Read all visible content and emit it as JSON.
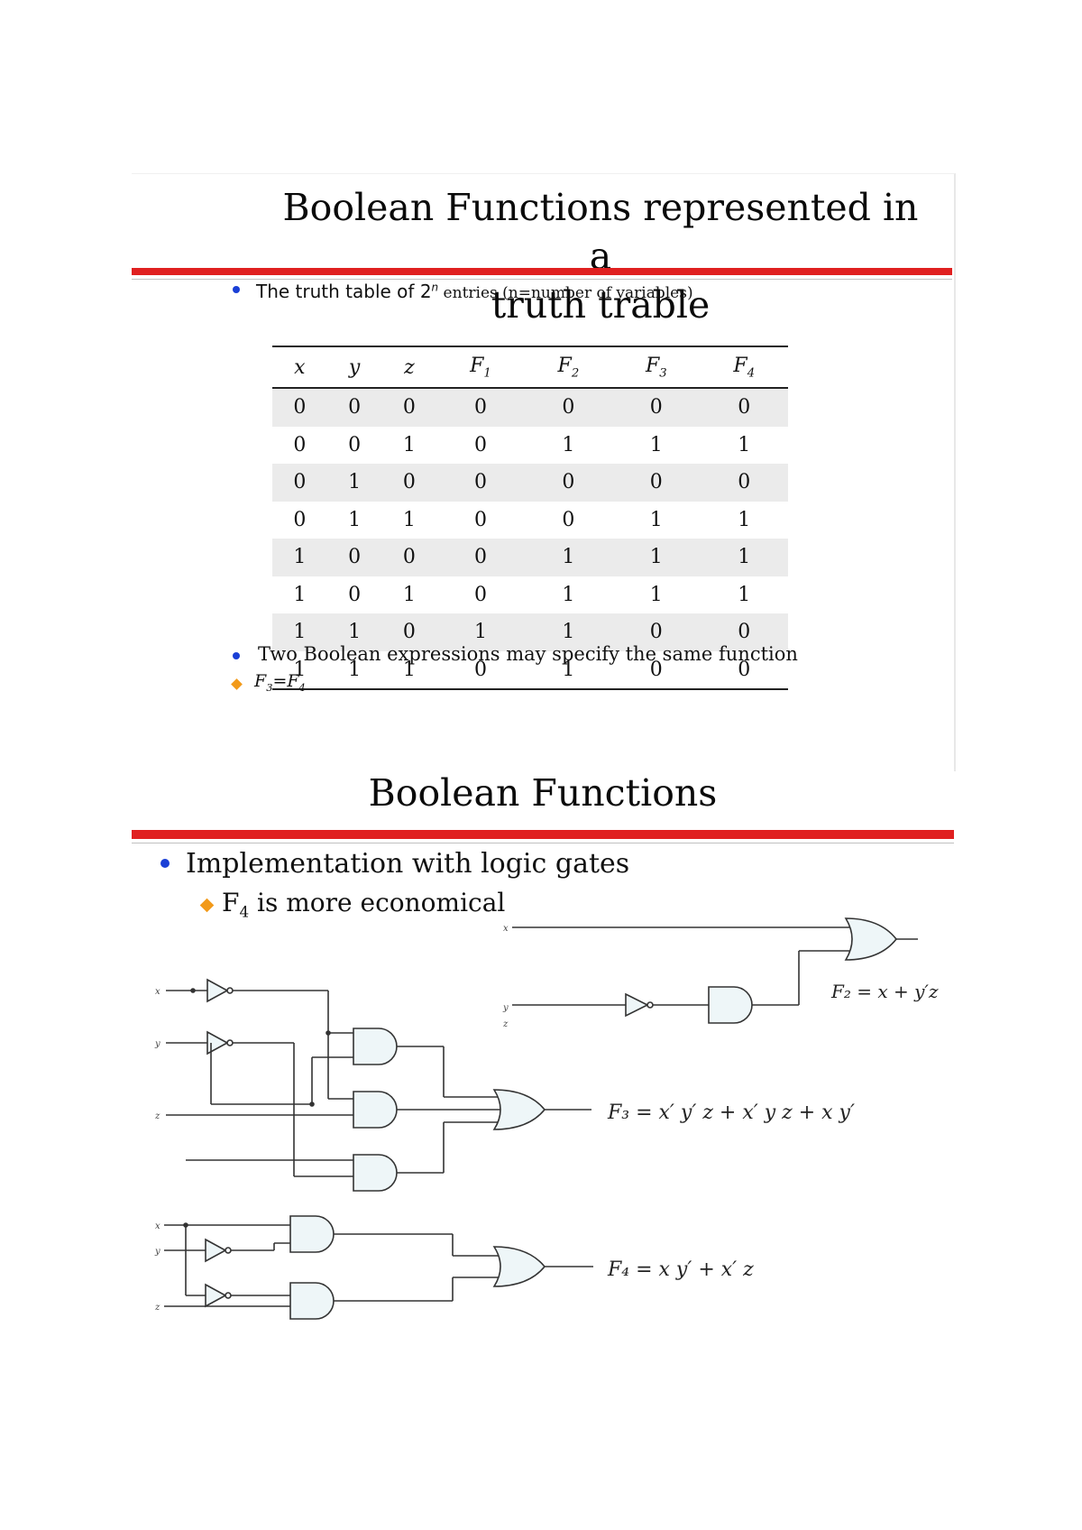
{
  "slide1": {
    "title_line1": "Boolean Functions represented in a",
    "title_line2": "truth trable",
    "bullet1_prefix": "The truth table of 2",
    "bullet1_exp": "n",
    "bullet1_suffix": " entries (n=number of variables)",
    "table": {
      "headers": [
        "x",
        "y",
        "z",
        "F",
        "F",
        "F",
        "F"
      ],
      "header_subs": [
        "",
        "",
        "",
        "1",
        "2",
        "3",
        "4"
      ],
      "rows": [
        [
          "0",
          "0",
          "0",
          "0",
          "0",
          "0",
          "0"
        ],
        [
          "0",
          "0",
          "1",
          "0",
          "1",
          "1",
          "1"
        ],
        [
          "0",
          "1",
          "0",
          "0",
          "0",
          "0",
          "0"
        ],
        [
          "0",
          "1",
          "1",
          "0",
          "0",
          "1",
          "1"
        ],
        [
          "1",
          "0",
          "0",
          "0",
          "1",
          "1",
          "1"
        ],
        [
          "1",
          "0",
          "1",
          "0",
          "1",
          "1",
          "1"
        ],
        [
          "1",
          "1",
          "0",
          "1",
          "1",
          "0",
          "0"
        ],
        [
          "1",
          "1",
          "1",
          "0",
          "1",
          "0",
          "0"
        ]
      ]
    },
    "bullet2": "Two Boolean expressions may specify the same function",
    "sub_bullet": "F",
    "sub_bullet_a": "3",
    "sub_bullet_mid": "=F",
    "sub_bullet_b": "4"
  },
  "slide2": {
    "title": "Boolean Functions",
    "bullet": "Implementation with logic gates",
    "sub_prefix": "F",
    "sub_sub": "4",
    "sub_suffix": " is more economical",
    "circuit_labels": {
      "x": "x",
      "y": "y",
      "z": "z",
      "f2": "F₂ = x + y′z",
      "f3": "F₃ = x′ y′ z + x′ y z + x y′",
      "f4": "F₄ = x y′ + x′ z"
    }
  },
  "colors": {
    "accent_red": "#e02020",
    "bullet_blue": "#1a3fd6",
    "sub_bullet_orange": "#f29a1a",
    "row_shade": "#ebebeb"
  }
}
